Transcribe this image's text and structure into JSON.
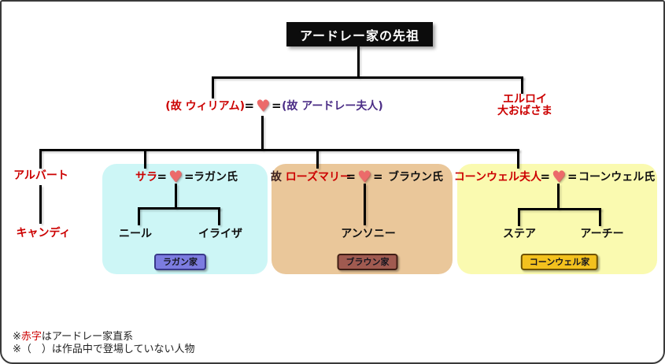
{
  "frame": {
    "title": "アードレー家の先祖"
  },
  "symbols": {
    "equals": "=",
    "heart": "♥"
  },
  "gen1": {
    "father": "(故 ウィリアム)",
    "mother": "(故 アードレー夫人)",
    "elroy_line1": "エルロイ",
    "elroy_line2": "大おばさま"
  },
  "direct": {
    "albert": "アルバート",
    "candy": "キャンディ"
  },
  "lagan": {
    "wife": "サラ",
    "husband": "ラガン氏",
    "child1": "ニール",
    "child2": "イライザ",
    "label": "ラガン家"
  },
  "brown": {
    "prefix": "故",
    "wife": "ローズマリー",
    "husband": "ブラウン氏",
    "child1": "アンソニー",
    "label": "ブラウン家"
  },
  "cornwell": {
    "wife": "コーンウェル夫人",
    "husband": "コーンウェル氏",
    "child1": "ステア",
    "child2": "アーチー",
    "label": "コーンウェル家"
  },
  "notes": {
    "n1_mark": "※",
    "n1_red": "赤字",
    "n1_rest": "はアードレー家直系",
    "n2": "※（　）は作品中で登場していない人物"
  },
  "colors": {
    "red": "#cc0000",
    "purple": "#4b2d86",
    "text": "#111111",
    "line": "#000000",
    "heart": "#ec6a6a",
    "lagan_box": "#cdf6f6",
    "brown_box": "#eac79a",
    "cornwell_box": "#fafab0",
    "lagan_badge": "#7c7ce0",
    "lagan_badge_border": "#39398a",
    "brown_badge": "#a05a50",
    "brown_badge_border": "#3f1d14",
    "cornwell_badge": "#f3c11e",
    "cornwell_badge_border": "#6e5200"
  }
}
